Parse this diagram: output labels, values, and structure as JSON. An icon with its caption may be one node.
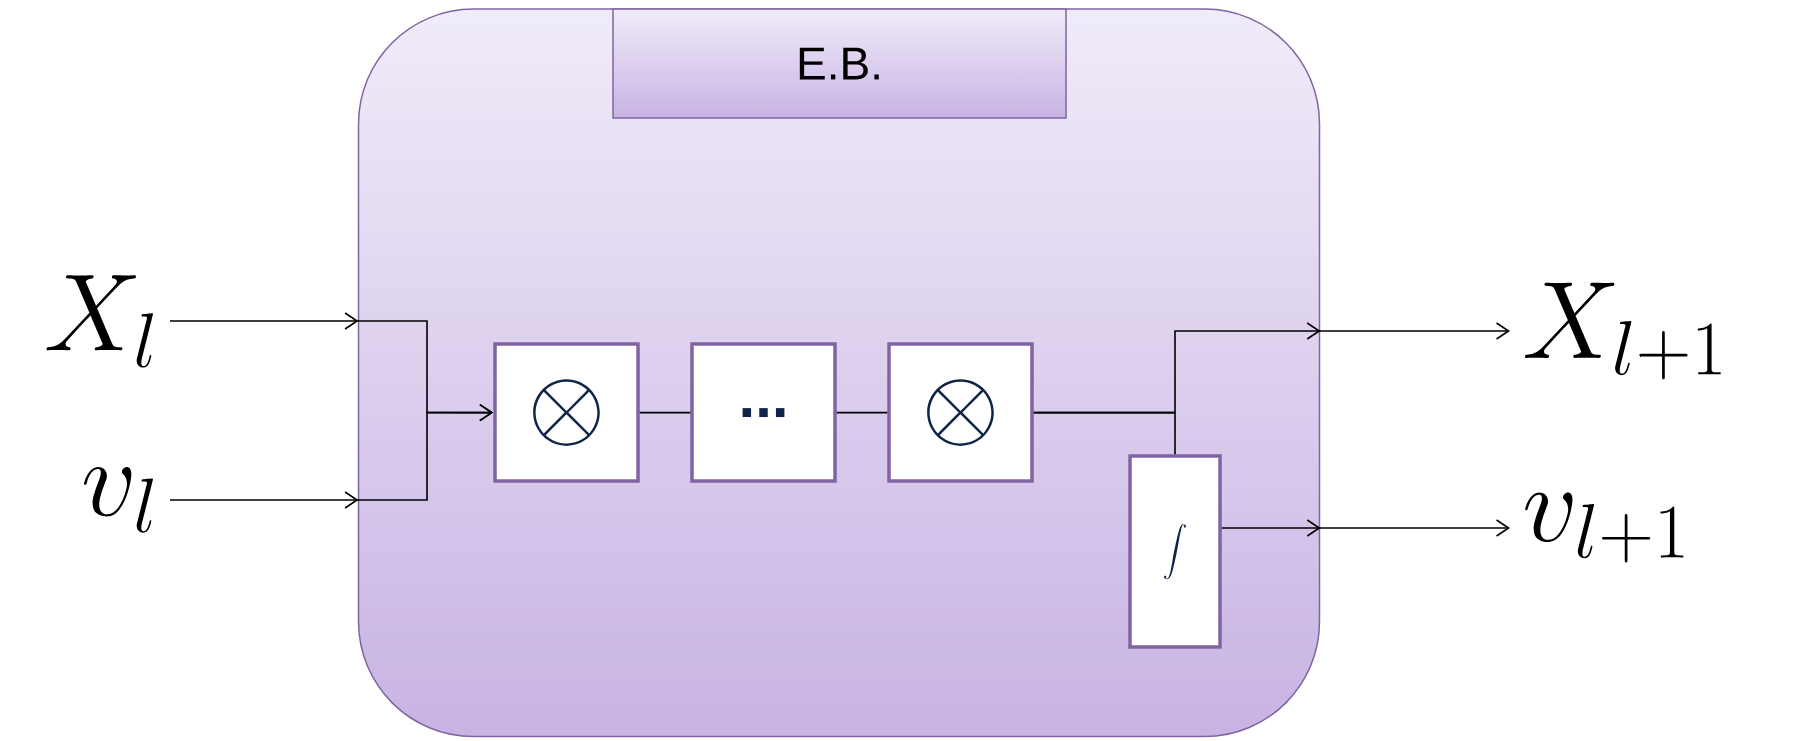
{
  "diagram": {
    "nodes": [
      {
        "text": [
          "X_l"
        ]
      },
      {
        "text": [
          "v_l"
        ]
      },
      {
        "text": [],
        "shape": "box"
      },
      {
        "text": [
          "E.B."
        ],
        "in": 2
      },
      {
        "text": [
          "\\otimes"
        ],
        "in": 2
      },
      {
        "text": [
          "..."
        ],
        "in": 2
      },
      {
        "text": [
          "\\otimes"
        ],
        "in": 2
      },
      {
        "text": [
          "\\int"
        ],
        "in": 2
      },
      {
        "text": [
          "X_{l+1}"
        ]
      },
      {
        "text": [
          "v_{l+1}"
        ]
      }
    ],
    "edges": [
      {
        "from": 0,
        "to": 4,
        "arrow": "to"
      },
      {
        "from": 1,
        "to": 4,
        "arrow": "to"
      },
      {
        "from": 4,
        "to": 5,
        "arrow": "none"
      },
      {
        "from": 5,
        "to": 6,
        "arrow": "none"
      },
      {
        "from": 6,
        "to": 8,
        "arrow": "to"
      },
      {
        "from": 6,
        "to": 7,
        "arrow": "none"
      },
      {
        "from": 7,
        "to": 9,
        "arrow": "to"
      }
    ]
  }
}
